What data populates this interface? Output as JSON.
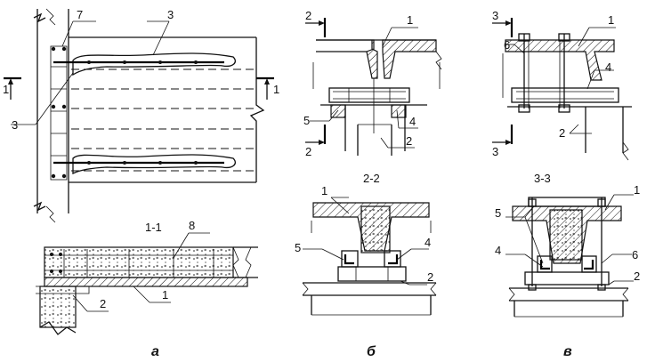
{
  "panel_a": {
    "caption": "а",
    "section_title": "1-1",
    "labels": {
      "l7": "7",
      "l3a": "3",
      "l3b": "3",
      "l1a": "1",
      "l1b": "1",
      "l8": "8",
      "l2": "2",
      "l1c": "1"
    }
  },
  "panel_b": {
    "caption": "б",
    "top_marks": {
      "m2a": "2",
      "m2b": "2"
    },
    "section_title": "2-2",
    "labels": {
      "l1": "1",
      "l5": "5",
      "l4": "4",
      "l2": "2",
      "s1": "1",
      "s5": "5",
      "s4": "4",
      "s2": "2"
    }
  },
  "panel_c": {
    "caption": "в",
    "top_marks": {
      "m3a": "3",
      "m3b": "3"
    },
    "section_title": "3-3",
    "labels": {
      "l6": "6",
      "l1": "1",
      "l4": "4",
      "l2": "2",
      "s1": "1",
      "s5": "5",
      "s4": "4",
      "s6": "6",
      "s2": "2"
    }
  }
}
